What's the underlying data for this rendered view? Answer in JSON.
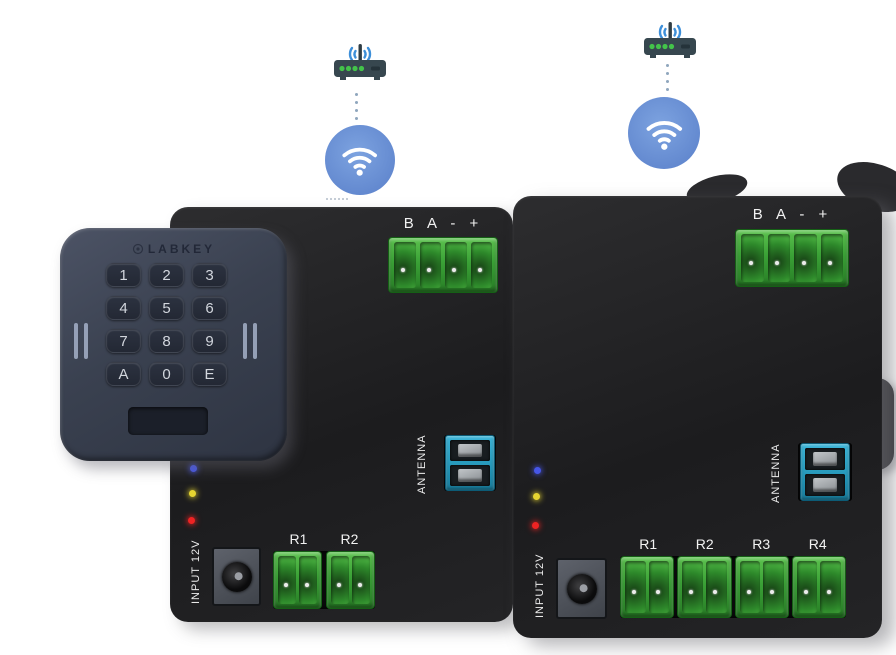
{
  "diagram": {
    "description": "Wireless access control system: keypad reader and two relay controller boards linked to Wi-Fi routers",
    "keypad": {
      "brand": "LABKEY",
      "keys": [
        "1",
        "2",
        "3",
        "4",
        "5",
        "6",
        "7",
        "8",
        "9",
        "A",
        "0",
        "E"
      ]
    },
    "links": [
      {
        "router_icon": "router-icon",
        "signal_icon": "wifi-icon"
      },
      {
        "router_icon": "router-icon",
        "signal_icon": "wifi-icon"
      }
    ],
    "boards": [
      {
        "bus_label": "B A - +",
        "antenna_label": "ANTENNA",
        "power_label": "INPUT 12V",
        "relay_labels": [
          "R1",
          "R2"
        ],
        "status_leds": [
          "blue",
          "yellow",
          "red"
        ]
      },
      {
        "bus_label": "B A - +",
        "antenna_label": "ANTENNA",
        "power_label": "INPUT 12V",
        "relay_labels": [
          "R1",
          "R2",
          "R3",
          "R4"
        ],
        "status_leds": [
          "blue",
          "yellow",
          "red"
        ]
      }
    ],
    "colors": {
      "board_body": "#1f1f21",
      "terminal_green": "#3aa136",
      "terminal_blue": "#2fa6c9",
      "wifi_badge_blue": "#6b93d6",
      "router_body": "#37474f",
      "router_led_green": "#43c34a",
      "led_blue": "#4656e8",
      "led_yellow": "#e6d531",
      "led_red": "#ef2323",
      "keypad_body": "#3a4150"
    }
  }
}
